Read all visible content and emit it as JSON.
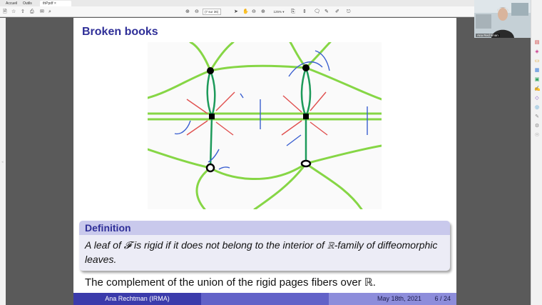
{
  "tabs": [
    {
      "label": "Accueil"
    },
    {
      "label": "Outils"
    },
    {
      "label": "thPpdf"
    }
  ],
  "toolbar": {
    "page_indicator": "(7 sur 36)",
    "zoom": "125%"
  },
  "slide": {
    "title": "Broken books",
    "definition_title": "Definition",
    "definition_text": "A leaf of 𝓕 is rigid if it does not belong to the interior of ℝ-family of diffeomorphic leaves.",
    "complement_text": "The complement of the union of the rigid pages fibers over ℝ.",
    "footer_author": "Ana Rechtman  (IRMA)",
    "footer_date": "May 18th, 2021",
    "footer_page": "6 / 24"
  },
  "video": {
    "participant_name": "Ana Rechtman"
  },
  "colors": {
    "accent_blue": "#2f2f98",
    "green": "#7fd53d",
    "dark_green": "#1d9a5a",
    "red_arrow": "#e0504f",
    "blue_arrow": "#3a5fd0"
  }
}
